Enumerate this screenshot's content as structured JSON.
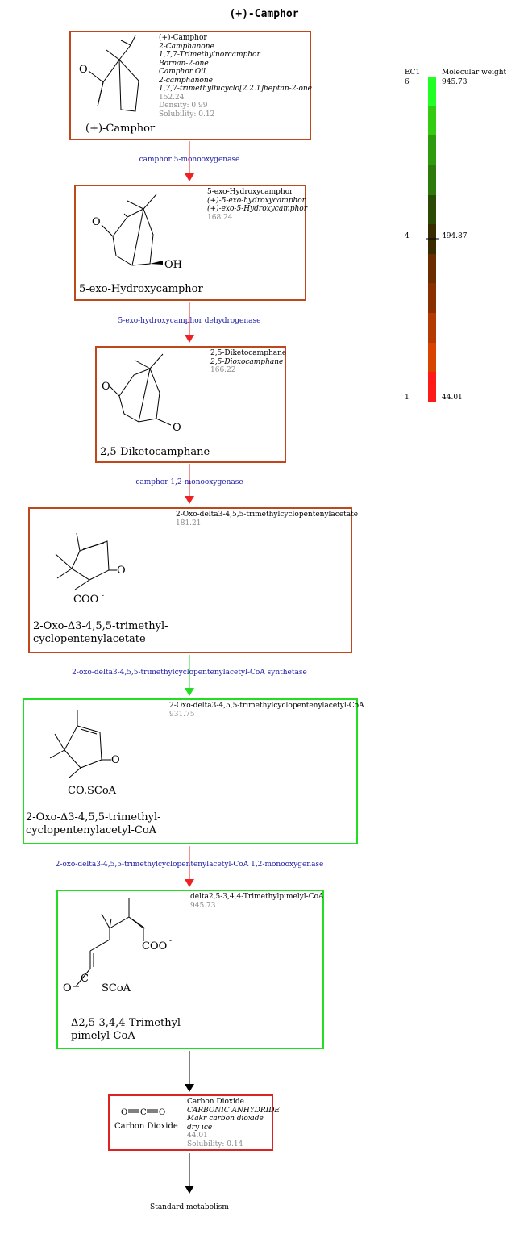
{
  "title": "(+)-Camphor",
  "compounds": [
    {
      "name": "(+)-Camphor",
      "synonyms": [
        "2-Camphanone",
        "1,7,7-Trimethylnorcamphor",
        "Bornan-2-one",
        "Camphor Oil",
        "2-camphanone",
        "1,7,7-trimethylbicyclo[2.2.1]heptan-2-one"
      ],
      "mw": "152.24",
      "props": [
        "Density: 0.99",
        "Solubility: 0.12"
      ],
      "caption": [
        "(+)-Camphor"
      ],
      "color": "#c0461c"
    },
    {
      "name": "5-exo-Hydroxycamphor",
      "synonyms": [
        "(+)-5-exo-hydroxycamphor",
        "(+)-exo-5-Hydroxycamphor"
      ],
      "mw": "168.24",
      "props": [],
      "caption": [
        "5-exo-Hydroxycamphor"
      ],
      "color": "#c0461c"
    },
    {
      "name": "2,5-Diketocamphane",
      "synonyms": [
        "2,5-Dioxocamphane"
      ],
      "mw": "166.22",
      "props": [],
      "caption": [
        "2,5-Diketocamphane"
      ],
      "color": "#c0461c"
    },
    {
      "name": "2-Oxo-delta3-4,5,5-trimethylcyclopentenylacetate",
      "synonyms": [],
      "mw": "181.21",
      "props": [],
      "caption": [
        "2-Oxo-Δ3-4,5,5-trimethyl-",
        "cyclopentenylacetate"
      ],
      "color": "#c0461c"
    },
    {
      "name": "2-Oxo-delta3-4,5,5-trimethylcyclopentenylacetyl-CoA",
      "synonyms": [],
      "mw": "931.75",
      "props": [],
      "caption": [
        "2-Oxo-Δ3-4,5,5-trimethyl-",
        "cyclopentenylacetyl-CoA"
      ],
      "color": "#22dd22"
    },
    {
      "name": "delta2,5-3,4,4-Trimethylpimelyl-CoA",
      "synonyms": [],
      "mw": "945.73",
      "props": [],
      "caption": [
        "Δ2,5-3,4,4-Trimethyl-",
        "pimelyl-CoA"
      ],
      "color": "#22dd22"
    },
    {
      "name": "Carbon Dioxide",
      "synonyms": [
        "CARBONIC ANHYDRIDE",
        "Makr carbon dioxide",
        "dry ice"
      ],
      "mw": "44.01",
      "props": [
        "Solubility: 0.14"
      ],
      "caption": [
        "Carbon Dioxide"
      ],
      "color": "#dd2222"
    }
  ],
  "structure_labels": {
    "c1_o": "O",
    "c2_o": "O",
    "c2_oh": "OH",
    "c3_o1": "O",
    "c3_o2": "O",
    "c4_o": "O",
    "c4_coo": "COO",
    "c4_charge": "-",
    "c5_o": "O",
    "c5_cosc": "CO.SCoA",
    "c6_coo": "COO",
    "c6_charge": "-",
    "c6_o": "O",
    "c6_c": "C",
    "c6_scoa": "SCoA",
    "c7_o1": "O",
    "c7_c": "C",
    "c7_o2": "O"
  },
  "reactions": [
    {
      "enzyme": "camphor 5-monooxygenase",
      "arrow_color": "#ee2222"
    },
    {
      "enzyme": "5-exo-hydroxycamphor dehydrogenase",
      "arrow_color": "#ee2222"
    },
    {
      "enzyme": "camphor 1,2-monooxygenase",
      "arrow_color": "#ee2222"
    },
    {
      "enzyme": "2-oxo-delta3-4,5,5-trimethylcyclopentenylacetyl-CoA synthetase",
      "arrow_color": "#22dd22"
    },
    {
      "enzyme": "2-oxo-delta3-4,5,5-trimethylcyclopentenylacetyl-CoA 1,2-monooxygenase",
      "arrow_color": "#ee2222"
    },
    {
      "enzyme": "",
      "arrow_color": "#000000"
    },
    {
      "enzyme": "",
      "arrow_color": "#000000"
    }
  ],
  "end_label": "Standard metabolism",
  "legend": {
    "left_title": "EC1",
    "right_title": "Molecular weight",
    "ticks": [
      {
        "ec": "6",
        "mw": "945.73"
      },
      {
        "ec": "4",
        "mw": "494.87"
      },
      {
        "ec": "1",
        "mw": "44.01"
      }
    ],
    "colors": [
      "#22ff22",
      "#33cc11",
      "#2e9a0e",
      "#2d7a0a",
      "#2c4a06",
      "#3a2a00",
      "#6b2d00",
      "#8a3000",
      "#b33a00",
      "#d94300",
      "#ff1a1a"
    ]
  }
}
